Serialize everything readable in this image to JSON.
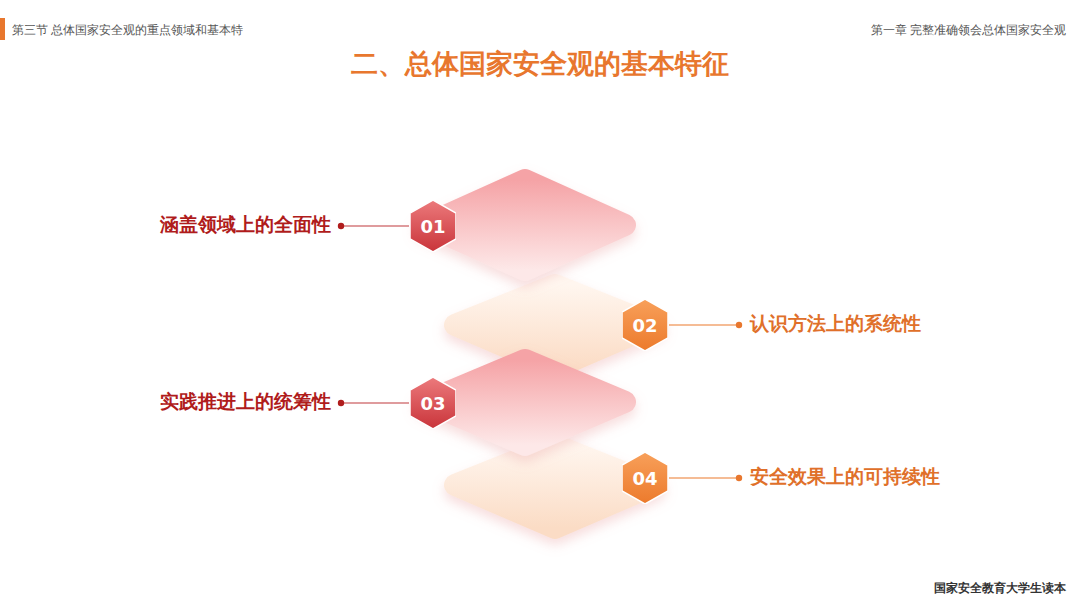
{
  "diagram": {
    "title": "二、总体国家安全观的基本特征",
    "nodes": [
      {
        "text": [
          "01"
        ]
      },
      {
        "text": [
          "02"
        ]
      },
      {
        "text": [
          "03"
        ]
      },
      {
        "text": [
          "04"
        ]
      }
    ],
    "labels": [
      "第三节 总体国家安全观的重点领域和基本特",
      "第一章 完整准确领会总体国家安全观",
      "涵盖领域上的全面性",
      "认识方法上的系统性",
      "实践推进上的统筹性",
      "安全效果上的可持续性",
      "国家安全教育大学生读本"
    ]
  }
}
